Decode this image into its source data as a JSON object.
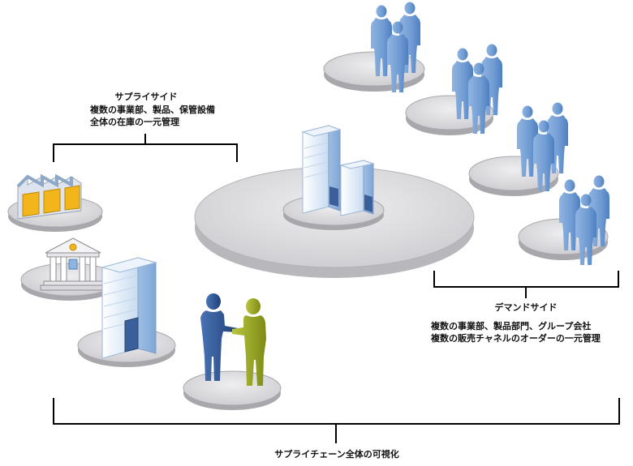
{
  "supply": {
    "title": "サプライサイド",
    "line1": "複数の事業部、製品、保管設備",
    "line2": "全体の在庫の一元管理"
  },
  "demand": {
    "title": "デマンドサイド",
    "line1": "複数の事業部、製品部門、グループ会社",
    "line2": "複数の販売チャネルのオーダーの一元管理"
  },
  "footer": {
    "caption": "サプライチェーン全体の可視化"
  },
  "colors": {
    "platform_fill": "#d9d9dc",
    "platform_edge": "#a9a9ad",
    "person_blue": "#6f9bd3",
    "person_navy": "#2f5597",
    "person_olive": "#9aa823",
    "warehouse_yellow": "#f2b51b",
    "building_blue": "#c9ddf3",
    "bracket": "#000000"
  },
  "icons": [
    "warehouse-icon",
    "bank-icon",
    "office-building-icon",
    "handshake-icon",
    "customer-group-icon"
  ]
}
